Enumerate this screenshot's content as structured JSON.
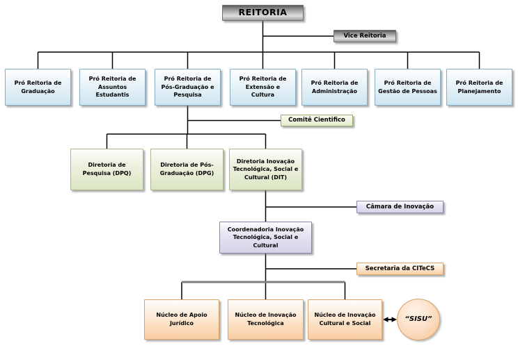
{
  "diagram_type": "organogram",
  "nodes": {
    "reitoria": {
      "label": "REITORIA"
    },
    "vice_reitoria": {
      "label": "Vice Reitoria"
    },
    "pro_reitorias": [
      {
        "label": "Pró Reitoria de Graduação"
      },
      {
        "label": "Pró Reitoria de Assuntos Estudantis"
      },
      {
        "label": "Pró Reitoria de Pós-Graduação e Pesquisa"
      },
      {
        "label": "Pró Reitoria de Extensão e Cultura"
      },
      {
        "label": "Pró Reitoria de Administração"
      },
      {
        "label": "Pró Reitoria de Gestão de Pessoas"
      },
      {
        "label": "Pró Reitoria de Planejamento"
      }
    ],
    "comite_cientifico": {
      "label": "Comitê Cientifico"
    },
    "diretorias": [
      {
        "label": "Diretoria de Pesquisa (DPQ)"
      },
      {
        "label": "Diretoria de Pós-Graduação (DPG)"
      },
      {
        "label": "Diretoria Inovação Tecnológica, Social e Cultural (DIT)"
      }
    ],
    "camara_inovacao": {
      "label": "Câmara de Inovação"
    },
    "coordenadoria": {
      "label": "Coordenadoria Inovação Tecnológica, Social e Cultural"
    },
    "secretaria_citecs": {
      "label": "Secretaria da CITeCS"
    },
    "nucleos": [
      {
        "label": "Núcleo de Apoio Jurídico"
      },
      {
        "label": "Núcleo de Inovação Tecnológica"
      },
      {
        "label": "Núcleo de Inovação Cultural e Social"
      }
    ],
    "sisu": {
      "label": "“SISU”"
    }
  },
  "colors": {
    "level_top_gray": "#a7a9ab",
    "level_pro_reitoria_blue": "#cde5f0",
    "level_diretoria_green": "#dbe5c3",
    "level_coordenadoria_purple": "#d7d1e7",
    "level_nucleo_orange": "#f9cda2",
    "connector_black": "#000000",
    "connector_gray": "#7f7f7f"
  }
}
